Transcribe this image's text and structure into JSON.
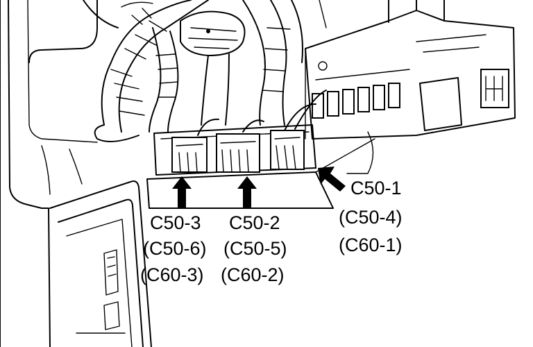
{
  "labels": {
    "left_col": [
      "C50-3",
      "(C50-6)",
      "(C60-3)"
    ],
    "mid_col": [
      "C50-2",
      "(C50-5)",
      "(C60-2)"
    ],
    "right_col": [
      "C50-1",
      "(C50-4)",
      "(C60-1)"
    ]
  },
  "colors": {
    "ink": "#000000",
    "paper": "#ffffff"
  }
}
